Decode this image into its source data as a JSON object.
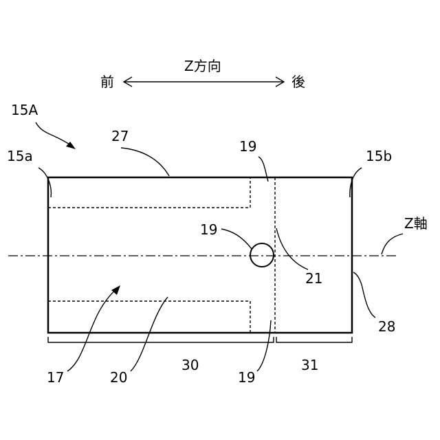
{
  "direction": {
    "title": "Z方向",
    "front": "前",
    "rear": "後"
  },
  "labels": {
    "part_15A": "15A",
    "end_15a": "15a",
    "end_15b": "15b",
    "top_27": "27",
    "ref_19_top": "19",
    "ref_19_hole": "19",
    "ref_19_bottom": "19",
    "ref_21": "21",
    "ref_28": "28",
    "axis_z": "Z軸",
    "ref_17": "17",
    "ref_20": "20",
    "dim_30": "30",
    "dim_31": "31"
  }
}
